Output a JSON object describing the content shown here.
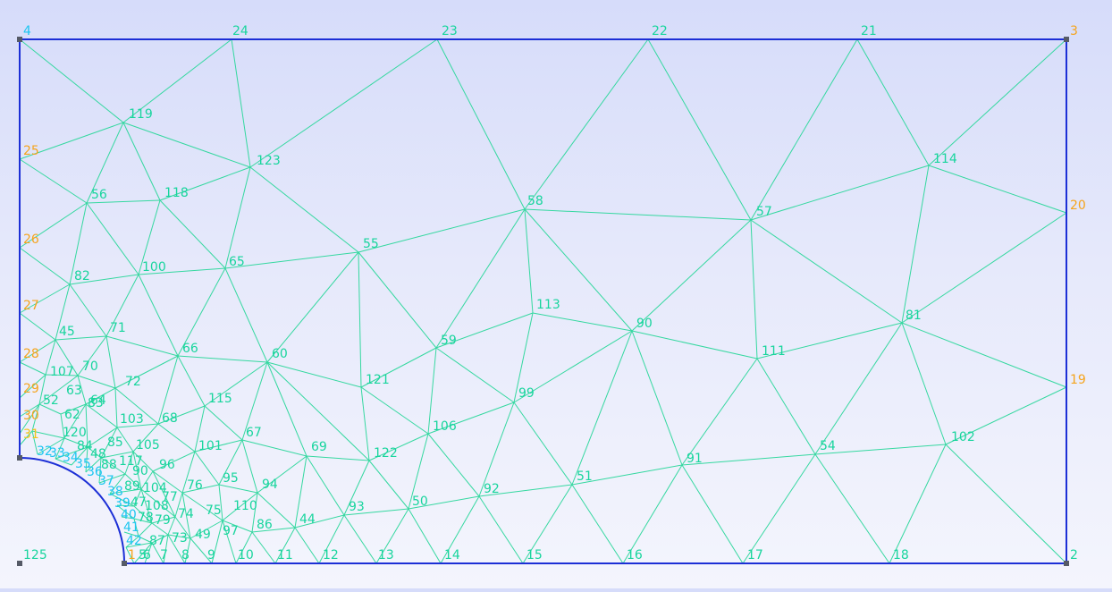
{
  "colors": {
    "mesh_edge": "#35d8a0",
    "boundary": "#1c2fd6",
    "node_label": "#18d59d",
    "corner_label": "#f5a41c",
    "hole_label": "#1cc6f0",
    "point_marker": "#555a66",
    "small_label": "#f2c41a"
  },
  "labels": {
    "n4": "4",
    "n24": "24",
    "n23": "23",
    "n22": "22",
    "n21": "21",
    "n3": "3",
    "n25": "25",
    "n20": "20",
    "n26": "26",
    "n27": "27",
    "n28": "28",
    "n19": "19",
    "n29": "29",
    "n30": "30",
    "n31": "31",
    "n32": "32",
    "n33": "33",
    "n34": "34",
    "n35": "35",
    "n36": "36",
    "n37": "37",
    "n38": "38",
    "n39": "39",
    "n40": "40",
    "n41": "41",
    "n42": "42",
    "n1": "1",
    "n125": "125",
    "n2": "2",
    "n5": "5",
    "n6": "6",
    "n7": "7",
    "n8": "8",
    "n9": "9",
    "n10": "10",
    "n11": "11",
    "n12": "12",
    "n13": "13",
    "n14": "14",
    "n15": "15",
    "n16": "16",
    "n17": "17",
    "n18": "18",
    "n119": "119",
    "n123": "123",
    "n58": "58",
    "n114": "114",
    "n56": "56",
    "n118": "118",
    "n57": "57",
    "n55": "55",
    "n100": "100",
    "n65": "65",
    "n82": "82",
    "n113": "113",
    "n90": "90",
    "n81": "81",
    "n45": "45",
    "n71": "71",
    "n59": "59",
    "n66": "66",
    "n60": "60",
    "n111": "111",
    "n107": "107",
    "n70": "70",
    "n121": "121",
    "n72": "72",
    "n63": "63",
    "n99": "99",
    "n52": "52",
    "n64": "64",
    "n115": "115",
    "n62": "62",
    "n103": "103",
    "n68": "68",
    "n106": "106",
    "n102": "102",
    "n67": "67",
    "n85": "85",
    "n105": "105",
    "n101": "101",
    "n69": "69",
    "n122": "122",
    "n54": "54",
    "n117": "117",
    "n91": "91",
    "n96": "96",
    "n51": "51",
    "n95": "95",
    "n76": "76",
    "n94": "94",
    "n104": "104",
    "n92": "92",
    "n77": "77",
    "n108": "108",
    "n50": "50",
    "n110": "110",
    "n93": "93",
    "n75": "75",
    "n74": "74",
    "n79": "79",
    "n78": "78",
    "n44": "44",
    "n86": "86",
    "n97": "97",
    "n49": "49",
    "n73": "73",
    "n87": "87",
    "n120": "120",
    "n83": "83",
    "n84": "84",
    "n48": "48",
    "n89": "89",
    "n88": "88",
    "n47": "47"
  }
}
